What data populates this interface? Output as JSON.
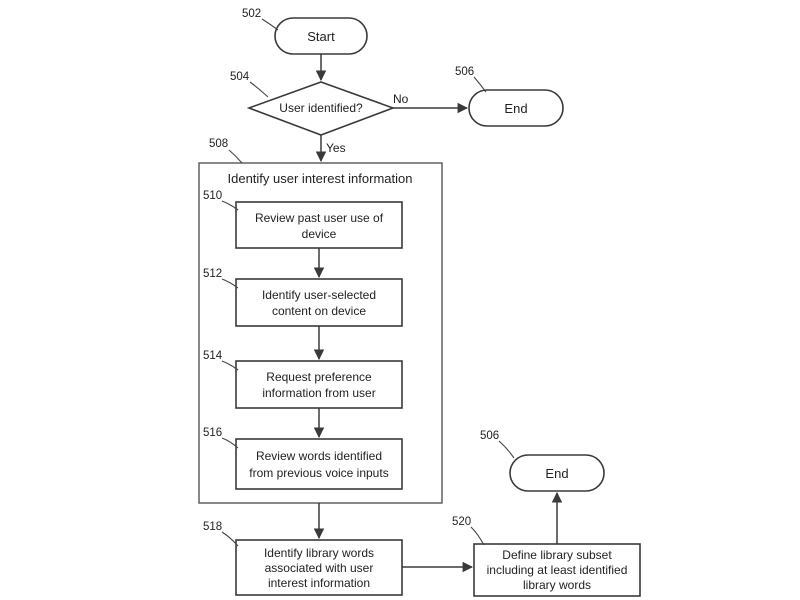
{
  "nodes": {
    "start": {
      "ref": "502",
      "lines": [
        "Start"
      ]
    },
    "decision": {
      "ref": "504",
      "lines": [
        "User identified?"
      ]
    },
    "end_top": {
      "ref": "506",
      "lines": [
        "End"
      ]
    },
    "group": {
      "ref": "508",
      "title": "Identify user interest information"
    },
    "step510": {
      "ref": "510",
      "lines": [
        "Review past user use of",
        "device"
      ]
    },
    "step512": {
      "ref": "512",
      "lines": [
        "Identify user-selected",
        "content on device"
      ]
    },
    "step514": {
      "ref": "514",
      "lines": [
        "Request preference",
        "information from user"
      ]
    },
    "step516": {
      "ref": "516",
      "lines": [
        "Review words identified",
        "from previous voice inputs"
      ]
    },
    "step518": {
      "ref": "518",
      "lines": [
        "Identify library words",
        "associated with user",
        "interest information"
      ]
    },
    "step520": {
      "ref": "520",
      "lines": [
        "Define library subset",
        "including at least identified",
        "library words"
      ]
    },
    "end_bottom": {
      "ref": "506",
      "lines": [
        "End"
      ]
    }
  },
  "edge_labels": {
    "no": "No",
    "yes": "Yes"
  }
}
